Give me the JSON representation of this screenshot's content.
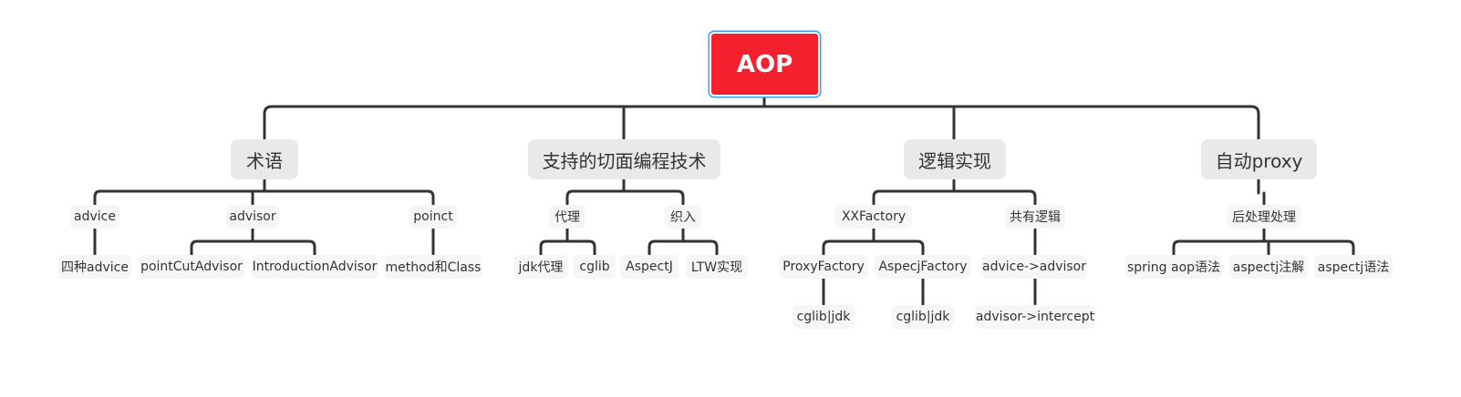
{
  "root": {
    "label": "AOP"
  },
  "branches": [
    {
      "label": "术语",
      "children": [
        {
          "label": "advice",
          "children": [
            {
              "label": "四种advice"
            }
          ]
        },
        {
          "label": "advisor",
          "children": [
            {
              "label": "pointCutAdvisor"
            },
            {
              "label": "IntroductionAdvisor"
            }
          ]
        },
        {
          "label": "poinct",
          "children": [
            {
              "label": "method和Class"
            }
          ]
        }
      ]
    },
    {
      "label": "支持的切面编程技术",
      "children": [
        {
          "label": "代理",
          "children": [
            {
              "label": "jdk代理"
            },
            {
              "label": "cglib"
            }
          ]
        },
        {
          "label": "织入",
          "children": [
            {
              "label": "AspectJ"
            },
            {
              "label": "LTW实现"
            }
          ]
        }
      ]
    },
    {
      "label": "逻辑实现",
      "children": [
        {
          "label": "XXFactory",
          "children": [
            {
              "label": "ProxyFactory",
              "children": [
                {
                  "label": "cglib|jdk"
                }
              ]
            },
            {
              "label": "AspecjFactory",
              "children": [
                {
                  "label": "cglib|jdk"
                }
              ]
            }
          ]
        },
        {
          "label": "共有逻辑",
          "children": [
            {
              "label": "advice->advisor",
              "children": [
                {
                  "label": "advisor->intercept"
                }
              ]
            }
          ]
        }
      ]
    },
    {
      "label": "自动proxy",
      "children": [
        {
          "label": "后处理处理",
          "children": [
            {
              "label": "spring aop语法"
            },
            {
              "label": "aspectj注解"
            },
            {
              "label": "aspectj语法"
            }
          ]
        }
      ]
    }
  ],
  "colors": {
    "root_fill": "#f5202e",
    "root_border": "#3aa0f0",
    "line": "#333333"
  }
}
